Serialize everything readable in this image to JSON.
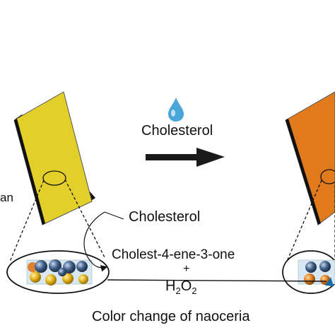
{
  "labels": {
    "reagent_top": "Cholesterol",
    "left_cut": "an",
    "reagent_mid": "Cholesterol",
    "product": "Cholest-4-ene-3-one",
    "plus": "+",
    "h2o2_base": "H",
    "h2o2_sub": "2",
    "h2o2_mid": "O",
    "h2o2_sub2": "2",
    "bottom_caption": "Color change of naoceria"
  },
  "colors": {
    "strip_before": "#e3cf2a",
    "strip_after": "#e07a1c",
    "droplet": "#4aa6d8",
    "arrow": "#1a1a1a"
  }
}
